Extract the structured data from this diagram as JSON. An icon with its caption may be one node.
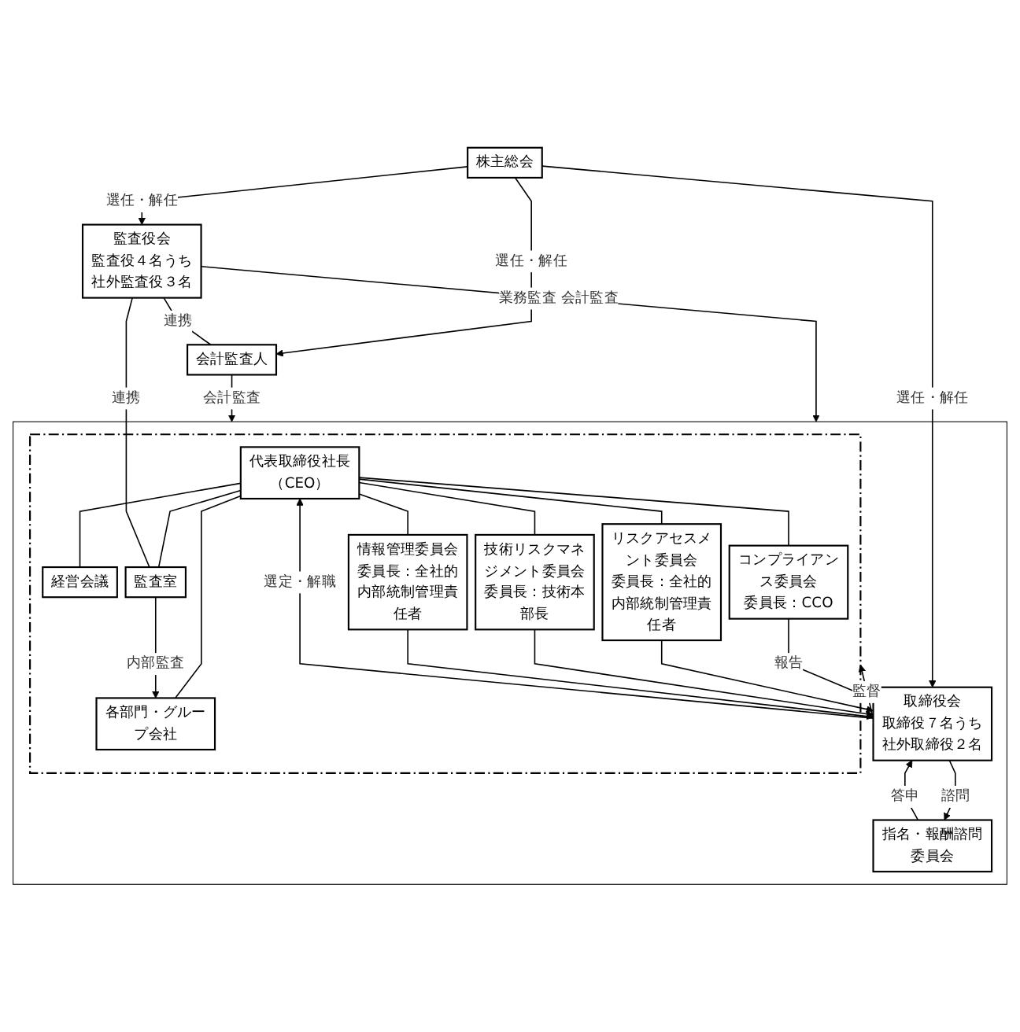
{
  "diagram": {
    "nodes": [
      {
        "text": [
          "株主総会"
        ]
      },
      {
        "text": [
          "監査役会",
          "監査役４名うち社外監査役３名"
        ]
      },
      {
        "text": [],
        "shape": "box"
      },
      {
        "text": [
          "指名・報酬諮問委員会"
        ],
        "in": 2
      },
      {
        "text": [
          "取締役会",
          "取締役７名うち社外取締役２名"
        ],
        "in": 2
      },
      {
        "text": [],
        "shape": "box",
        "in": 2
      },
      {
        "text": [
          "代表取締役社長（CEO）"
        ],
        "in": 5
      },
      {
        "text": [
          "経営会議"
        ],
        "in": 5
      },
      {
        "text": [
          "コンプライアンス委員会",
          "委員長：CCO"
        ],
        "in": 5
      },
      {
        "text": [
          "リスクアセスメント委員会",
          "委員長：全社的内部統制管理責任者"
        ],
        "in": 5
      },
      {
        "text": [
          "技術リスクマネジメント委員会",
          "委員長：技術本部長"
        ],
        "in": 5
      },
      {
        "text": [
          "情報管理委員会",
          "委員長：全社的内部統制管理責任者"
        ],
        "in": 5
      },
      {
        "text": [
          "監査室"
        ],
        "in": 5
      },
      {
        "text": [
          "各部門・グループ会社"
        ],
        "in": 5
      },
      {
        "text": [
          "会計監査人"
        ]
      }
    ],
    "edges": [
      {
        "from": 0,
        "to": 1,
        "arrow": "to",
        "label": "選任・解任"
      },
      {
        "from": 0,
        "to": 4,
        "arrow": "to",
        "label": "選任・解任"
      },
      {
        "from": 0,
        "to": 14,
        "arrow": "to",
        "label": "選任・解任"
      },
      {
        "from": 4,
        "to": 3,
        "arrow": "to",
        "label": "諮問"
      },
      {
        "from": 3,
        "to": 4,
        "arrow": "to",
        "label": "答申"
      },
      {
        "from": 4,
        "to": 6,
        "arrow": "to",
        "label": "選定・解職"
      },
      {
        "from": 4,
        "to": 5,
        "arrow": "to",
        "label": "監督"
      },
      {
        "from": 1,
        "to": 2,
        "arrow": "to",
        "label": "業務監査 会計監査"
      },
      {
        "from": 14,
        "to": 2,
        "arrow": "to",
        "label": "会計監査"
      },
      {
        "from": 6,
        "to": 7,
        "arrow": "none"
      },
      {
        "from": 6,
        "to": 8,
        "arrow": "none"
      },
      {
        "from": 6,
        "to": 9,
        "arrow": "none"
      },
      {
        "from": 6,
        "to": 10,
        "arrow": "none"
      },
      {
        "from": 6,
        "to": 11,
        "arrow": "none"
      },
      {
        "from": 6,
        "to": 12,
        "arrow": "none"
      },
      {
        "from": 6,
        "to": 13,
        "arrow": "none"
      },
      {
        "from": 8,
        "to": 4,
        "arrow": "to",
        "label": "報告"
      },
      {
        "from": 9,
        "to": 4,
        "arrow": "to"
      },
      {
        "from": 10,
        "to": 4,
        "arrow": "to"
      },
      {
        "from": 11,
        "to": 4,
        "arrow": "to"
      },
      {
        "from": 12,
        "to": 13,
        "arrow": "to",
        "label": "内部監査"
      },
      {
        "from": 1,
        "to": 12,
        "arrow": "none",
        "label": "連携"
      },
      {
        "from": 1,
        "to": 14,
        "arrow": "none",
        "label": "連携"
      }
    ]
  }
}
